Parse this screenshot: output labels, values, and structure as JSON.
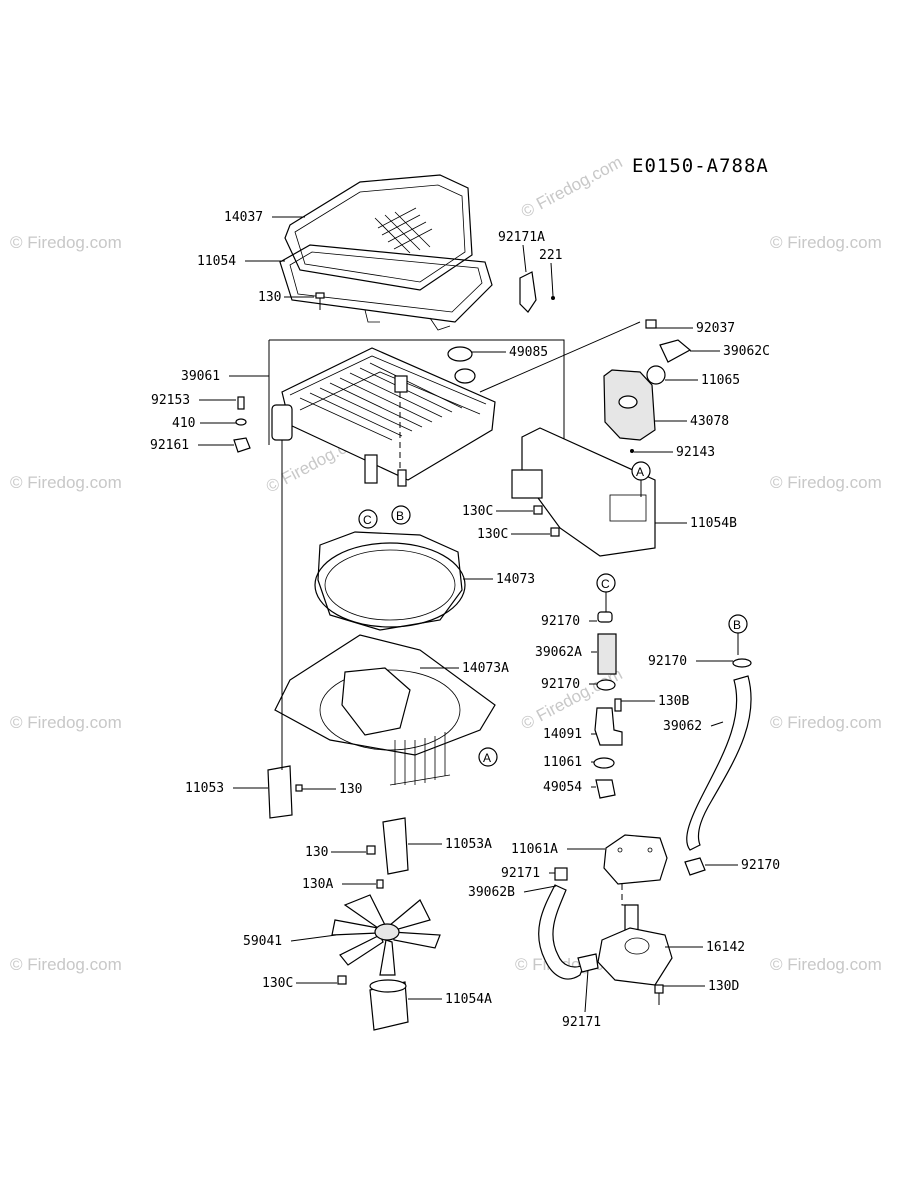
{
  "diagram_code": "E0150-A788A",
  "watermark_text": "© Firedog.com",
  "callout_refs": [
    "A",
    "B",
    "C"
  ],
  "parts": {
    "p14037": "14037",
    "p11054": "11054",
    "p130_top": "130",
    "p92171A": "92171A",
    "p221": "221",
    "p92037": "92037",
    "p39062C": "39062C",
    "p39061": "39061",
    "p49085": "49085",
    "p11065": "11065",
    "p92153": "92153",
    "p410": "410",
    "p43078": "43078",
    "p92161": "92161",
    "p92143": "92143",
    "p130C_a": "130C",
    "p130C_b": "130C",
    "p11054B": "11054B",
    "p14073": "14073",
    "p92170_a": "92170",
    "p39062A": "39062A",
    "p92170_b": "92170",
    "p14073A": "14073A",
    "p92170_c": "92170",
    "p130B": "130B",
    "p39062": "39062",
    "p14091": "14091",
    "p11061": "11061",
    "p11053": "11053",
    "p130_mid": "130",
    "p49054": "49054",
    "p11053A": "11053A",
    "p130_low": "130",
    "p11061A": "11061A",
    "p92171_a": "92171",
    "p92170_d": "92170",
    "p130A": "130A",
    "p39062B": "39062B",
    "p59041": "59041",
    "p16142": "16142",
    "p130C_c": "130C",
    "p11054A": "11054A",
    "p130D": "130D",
    "p92171_b": "92171"
  }
}
